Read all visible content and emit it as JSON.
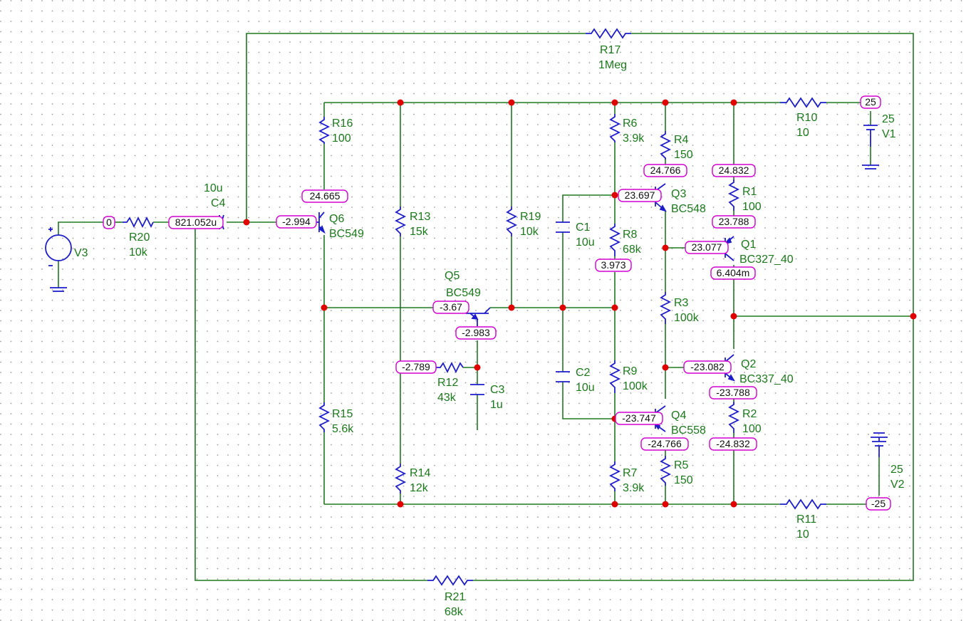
{
  "components": {
    "R17": {
      "name": "R17",
      "value": "1Meg"
    },
    "R16": {
      "name": "R16",
      "value": "100"
    },
    "R6": {
      "name": "R6",
      "value": "3.9k"
    },
    "R4": {
      "name": "R4",
      "value": "150"
    },
    "R10": {
      "name": "R10",
      "value": "10"
    },
    "V1": {
      "name": "V1",
      "value": "25"
    },
    "C4": {
      "name": "C4",
      "value": "10u"
    },
    "R20": {
      "name": "R20",
      "value": "10k"
    },
    "V3": {
      "name": "V3"
    },
    "Q6": {
      "name": "Q6",
      "value": "BC549"
    },
    "R13": {
      "name": "R13",
      "value": "15k"
    },
    "R19": {
      "name": "R19",
      "value": "10k"
    },
    "C1": {
      "name": "C1",
      "value": "10u"
    },
    "R8": {
      "name": "R8",
      "value": "68k"
    },
    "Q3": {
      "name": "Q3",
      "value": "BC548"
    },
    "R1": {
      "name": "R1",
      "value": "100"
    },
    "Q1": {
      "name": "Q1",
      "value": "BC327_40"
    },
    "Q5": {
      "name": "Q5",
      "value": "BC549"
    },
    "R3": {
      "name": "R3",
      "value": "100k"
    },
    "R12": {
      "name": "R12",
      "value": "43k"
    },
    "C3": {
      "name": "C3",
      "value": "1u"
    },
    "C2": {
      "name": "C2",
      "value": "10u"
    },
    "R9": {
      "name": "R9",
      "value": "100k"
    },
    "Q2": {
      "name": "Q2",
      "value": "BC337_40"
    },
    "R2": {
      "name": "R2",
      "value": "100"
    },
    "R15": {
      "name": "R15",
      "value": "5.6k"
    },
    "Q4": {
      "name": "Q4",
      "value": "BC558"
    },
    "R5": {
      "name": "R5",
      "value": "150"
    },
    "R14": {
      "name": "R14",
      "value": "12k"
    },
    "R7": {
      "name": "R7",
      "value": "3.9k"
    },
    "V2": {
      "name": "V2",
      "value": "25"
    },
    "R11": {
      "name": "R11",
      "value": "10"
    },
    "R21": {
      "name": "R21",
      "value": "68k"
    }
  },
  "voltages": {
    "v_in": "0",
    "c4_node": "821.052u",
    "q6_base": "-2.994",
    "q6_collector": "24.665",
    "q5_base": "-3.67",
    "q5_emitter": "-2.983",
    "r12_left": "-2.789",
    "q3_base": "23.697",
    "q3_collector": "24.766",
    "r8_bottom": "3.973",
    "r1_top": "24.832",
    "r1_bottom": "23.788",
    "q1_base": "23.077",
    "q1_collector": "6.404m",
    "q2_base": "-23.082",
    "r2_top": "-23.788",
    "q4_base": "-23.747",
    "q4_collector": "-24.766",
    "r2_bottom": "-24.832",
    "v_pos": "25",
    "v_neg": "-25"
  },
  "colors": {
    "wire": "#1f7a1f",
    "component": "#1d1dcc",
    "label": "#1a7a1a",
    "node": "#e00000",
    "voltage_box": "#d400d4",
    "grid_dot": "#9a9a9a"
  }
}
